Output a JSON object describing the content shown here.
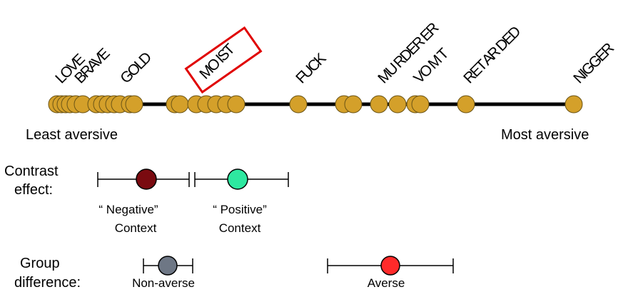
{
  "scale": {
    "left_label": "Least aversive",
    "right_label": "Most aversive",
    "words": [
      "LOVE",
      "BRAVE",
      "GOLD",
      "MO IST",
      "FUCK",
      "MU RDER ER",
      "VO M T",
      "RET AR DED",
      "NIGGER"
    ],
    "highlighted_word": "MO IST",
    "dot_color": "#d4a02a"
  },
  "contrast": {
    "label_line1": "Contrast",
    "label_line2": "effect:",
    "negative_label_line1": "“ Negative”",
    "negative_label_line2": "Context",
    "positive_label_line1": "“ Positive”",
    "positive_label_line2": "Context",
    "negative_color": "#7a0a10",
    "positive_color": "#2ee8a0"
  },
  "group": {
    "label_line1": "Group",
    "label_line2": "difference:",
    "nonaverse_label": "Non-averse",
    "averse_label": "Averse",
    "nonaverse_color": "#6e7785",
    "averse_color": "#ff2a2a"
  }
}
